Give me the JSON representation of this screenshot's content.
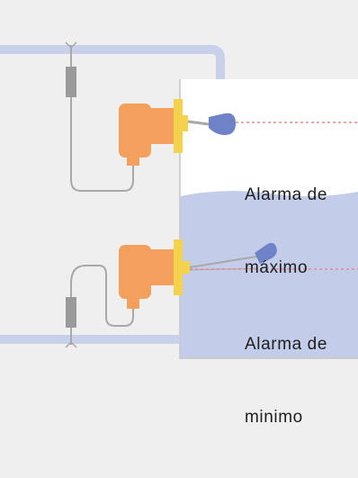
{
  "diagram": {
    "labels": {
      "max_line1": "Alarma de",
      "max_line2": "máximo",
      "min_line1": "Alarma de",
      "min_line2": "minimo"
    },
    "colors": {
      "background": "#efefef",
      "pipe": "#c9d0ea",
      "tank_outline": "#c6c6c6",
      "tank_air": "#ffffff",
      "water": "#c3cde9",
      "switch_body": "#f2a05b",
      "mounting_flange": "#f4d24c",
      "float": "#6d82c7",
      "alarm_level_line": "#e58a8a",
      "wire": "#a8a8a8",
      "component": "#9a9a9a"
    }
  }
}
